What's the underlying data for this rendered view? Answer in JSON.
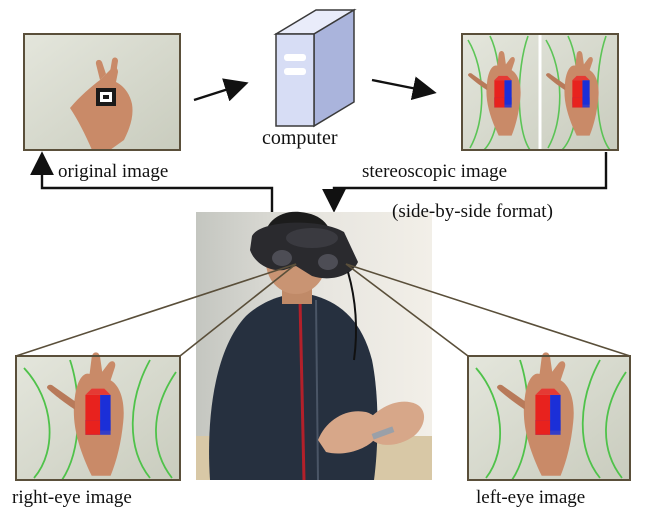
{
  "labels": {
    "computer": "computer",
    "original": "original image",
    "stereo": "stereoscopic image",
    "stereo_format": "(side-by-side format)",
    "right_eye": "right-eye image",
    "left_eye": "left-eye image"
  },
  "colors": {
    "frame": "#5a4f3a",
    "arrow": "#111111",
    "wall": "#d9dccf",
    "skin": "#c98a68",
    "cube_red": "#e8221e",
    "cube_blue": "#1b2fd8",
    "fieldline": "#4fc24a",
    "computer_front": "#d7ddf5",
    "computer_side": "#aab4dc"
  }
}
